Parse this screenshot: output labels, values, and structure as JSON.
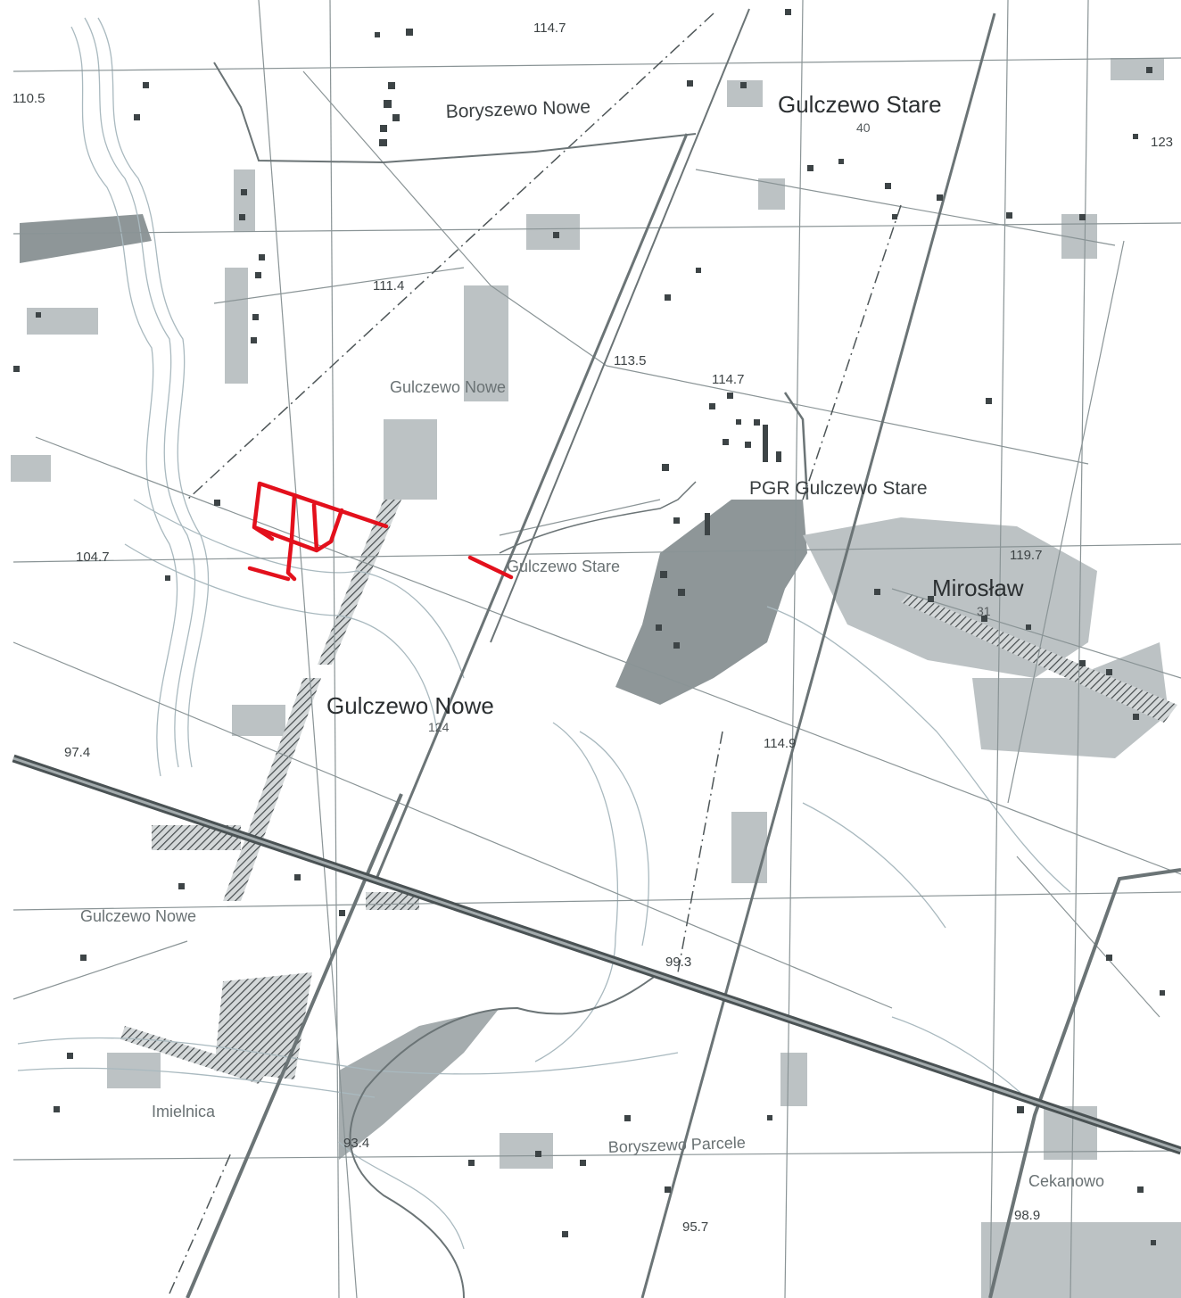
{
  "places": {
    "boryszewo_nowe": "Boryszewo Nowe",
    "gulczewo_stare": "Gulczewo Stare",
    "gulczewo_stare_num": "40",
    "gulczewo_nowe_upper": "Gulczewo Nowe",
    "pgr_gulczewo_stare": "PGR Gulczewo Stare",
    "gulczewo_stare_lower": "Gulczewo Stare",
    "miroslaw": "Mirosław",
    "miroslaw_num": "31",
    "gulczewo_nowe_main": "Gulczewo Nowe",
    "gulczewo_nowe_main_num": "124",
    "gulczewo_nowe_lower": "Gulczewo Nowe",
    "imielnica": "Imielnica",
    "boryszewo_parcele": "Boryszewo Parcele",
    "cekanowo": "Cekanowo"
  },
  "elevations": {
    "e1": "114.7",
    "e2": "110.5",
    "e3": "111.4",
    "e4": "113.5",
    "e5": "114.7",
    "e6": "104.7",
    "e7": "119.7",
    "e8": "114.9",
    "e9": "97.4",
    "e10": "99.3",
    "e11": "93.4",
    "e12": "98.9",
    "e13": "95.7",
    "e14": "123"
  },
  "colors": {
    "paper": "#ffffff",
    "road": "#6b7476",
    "line": "#8a9496",
    "contour": "#a9b9bf",
    "building_area": "#bcc2c4",
    "dense_area": "#8e9698",
    "highlight": "#e3101c"
  }
}
